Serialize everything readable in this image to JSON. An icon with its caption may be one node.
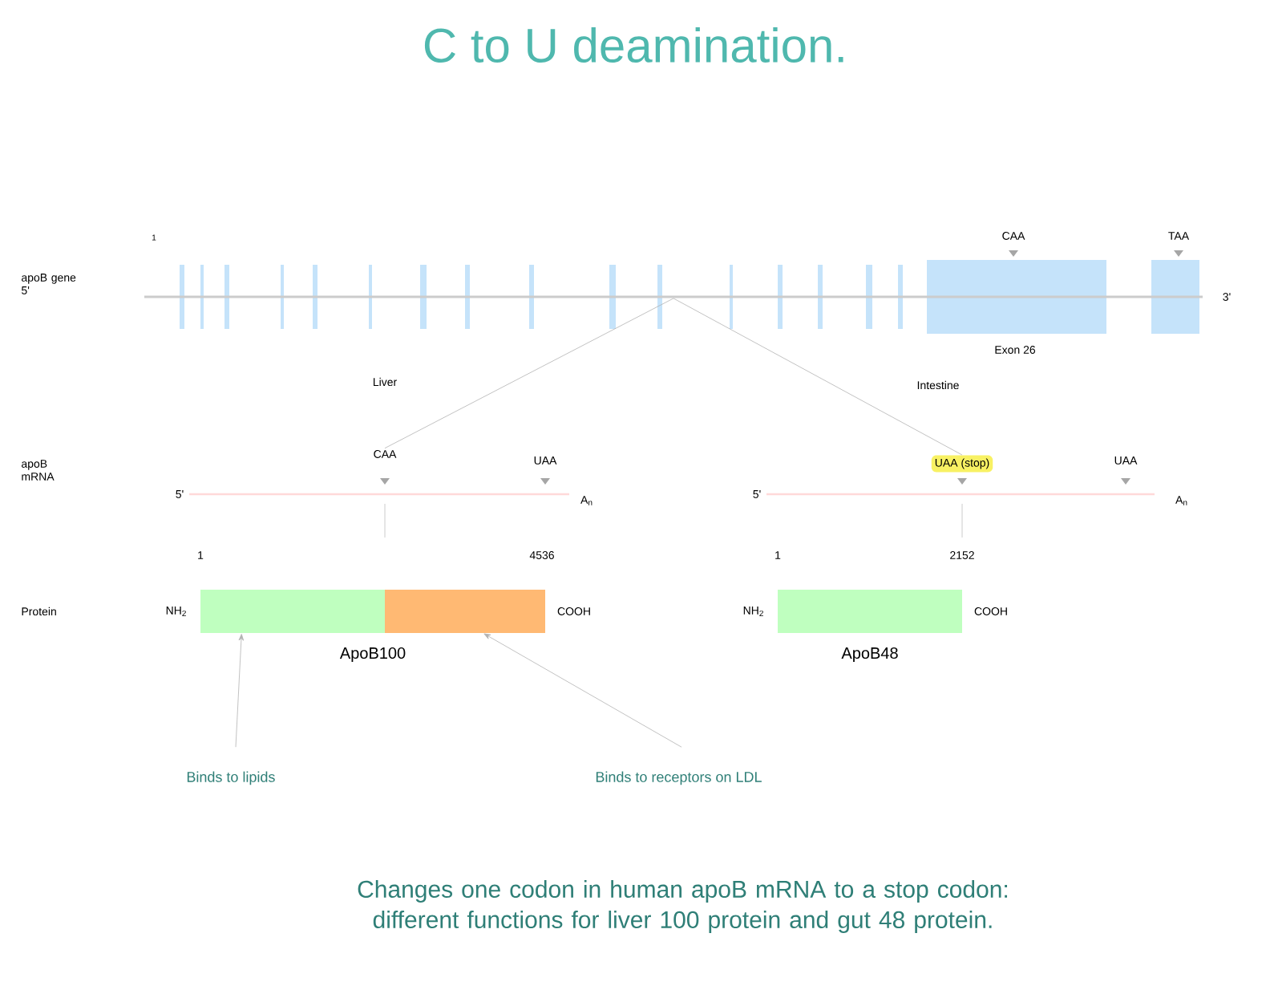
{
  "diagram": {
    "title": "C to U deamination.",
    "caption": "Changes one codon in human apoB mRNA to a stop codon: different functions for liver 100 protein and gut 48 protein.",
    "nodes": [
      {
        "text": [],
        "shape": "bar"
      },
      {
        "text": [
          "CAA"
        ]
      },
      {
        "text": [
          "UAA (stop)"
        ]
      },
      {
        "text": [],
        "shape": "bar",
        "beside": [
          "ApoB100"
        ]
      },
      {
        "text": [],
        "shape": "bar",
        "beside": [
          "ApoB48"
        ]
      },
      {
        "text": [
          "Binds to lipids"
        ]
      },
      {
        "text": [
          "Binds to receptors on LDL"
        ]
      }
    ],
    "edges": [
      {
        "from": 0,
        "to": 1,
        "arrow": "none"
      },
      {
        "from": 0,
        "to": 2,
        "arrow": "none"
      },
      {
        "from": 5,
        "to": 3,
        "arrow": "to"
      },
      {
        "from": 6,
        "to": 3,
        "arrow": "to"
      }
    ],
    "labels": [
      "1",
      "CAA",
      "TAA",
      "apoB gene 5'",
      "3'",
      "Exon 26",
      "Liver",
      "Intestine",
      "apoB mRNA",
      "5'",
      "UAA",
      "A$_{n}$",
      "5'",
      "UAA",
      "A$_{n}$",
      "1",
      "4536",
      "1",
      "2152",
      "Protein",
      "NH$_{2}$",
      "COOH",
      "NH$_{2}$",
      "COOH"
    ]
  }
}
